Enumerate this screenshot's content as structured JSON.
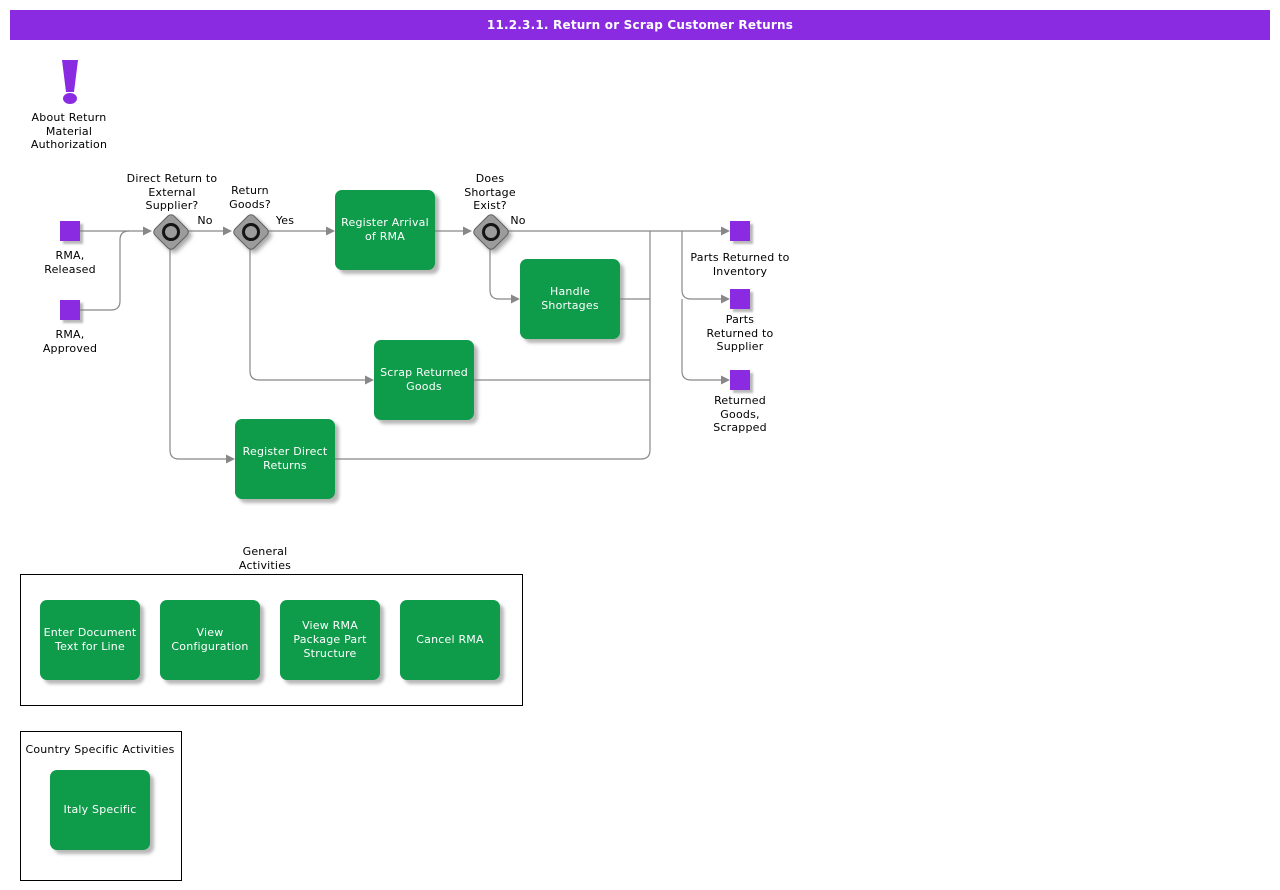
{
  "header": {
    "title": "11.2.3.1. Return or Scrap Customer Returns"
  },
  "about": {
    "label": "About Return\nMaterial\nAuthorization",
    "icon": "exclamation-icon"
  },
  "colors": {
    "accent_purple": "#8A2BE2",
    "activity_green": "#0E9B4A",
    "connector_gray": "#888888",
    "gateway_gray": "#9C9C9C"
  },
  "flow": {
    "start_events": [
      {
        "label": "RMA,\nReleased"
      },
      {
        "label": "RMA,\nApproved"
      }
    ],
    "gateways": [
      {
        "label": "Direct Return to\nExternal\nSupplier?"
      },
      {
        "label": "Return\nGoods?"
      },
      {
        "label": "Does\nShortage\nExist?"
      }
    ],
    "edge_labels": [
      {
        "text": "No"
      },
      {
        "text": "Yes"
      },
      {
        "text": "No"
      }
    ],
    "activities": [
      {
        "label": "Register Arrival\nof RMA"
      },
      {
        "label": "Handle\nShortages"
      },
      {
        "label": "Scrap Returned\nGoods"
      },
      {
        "label": "Register Direct\nReturns"
      }
    ],
    "end_events": [
      {
        "label": "Parts Returned to\nInventory"
      },
      {
        "label": "Parts\nReturned to\nSupplier"
      },
      {
        "label": "Returned\nGoods,\nScrapped"
      }
    ]
  },
  "general": {
    "title": "General\nActivities",
    "items": [
      {
        "label": "Enter Document\nText for Line"
      },
      {
        "label": "View\nConfiguration"
      },
      {
        "label": "View RMA\nPackage Part\nStructure"
      },
      {
        "label": "Cancel RMA"
      }
    ]
  },
  "country": {
    "title": "Country Specific Activities",
    "items": [
      {
        "label": "Italy Specific"
      }
    ]
  }
}
